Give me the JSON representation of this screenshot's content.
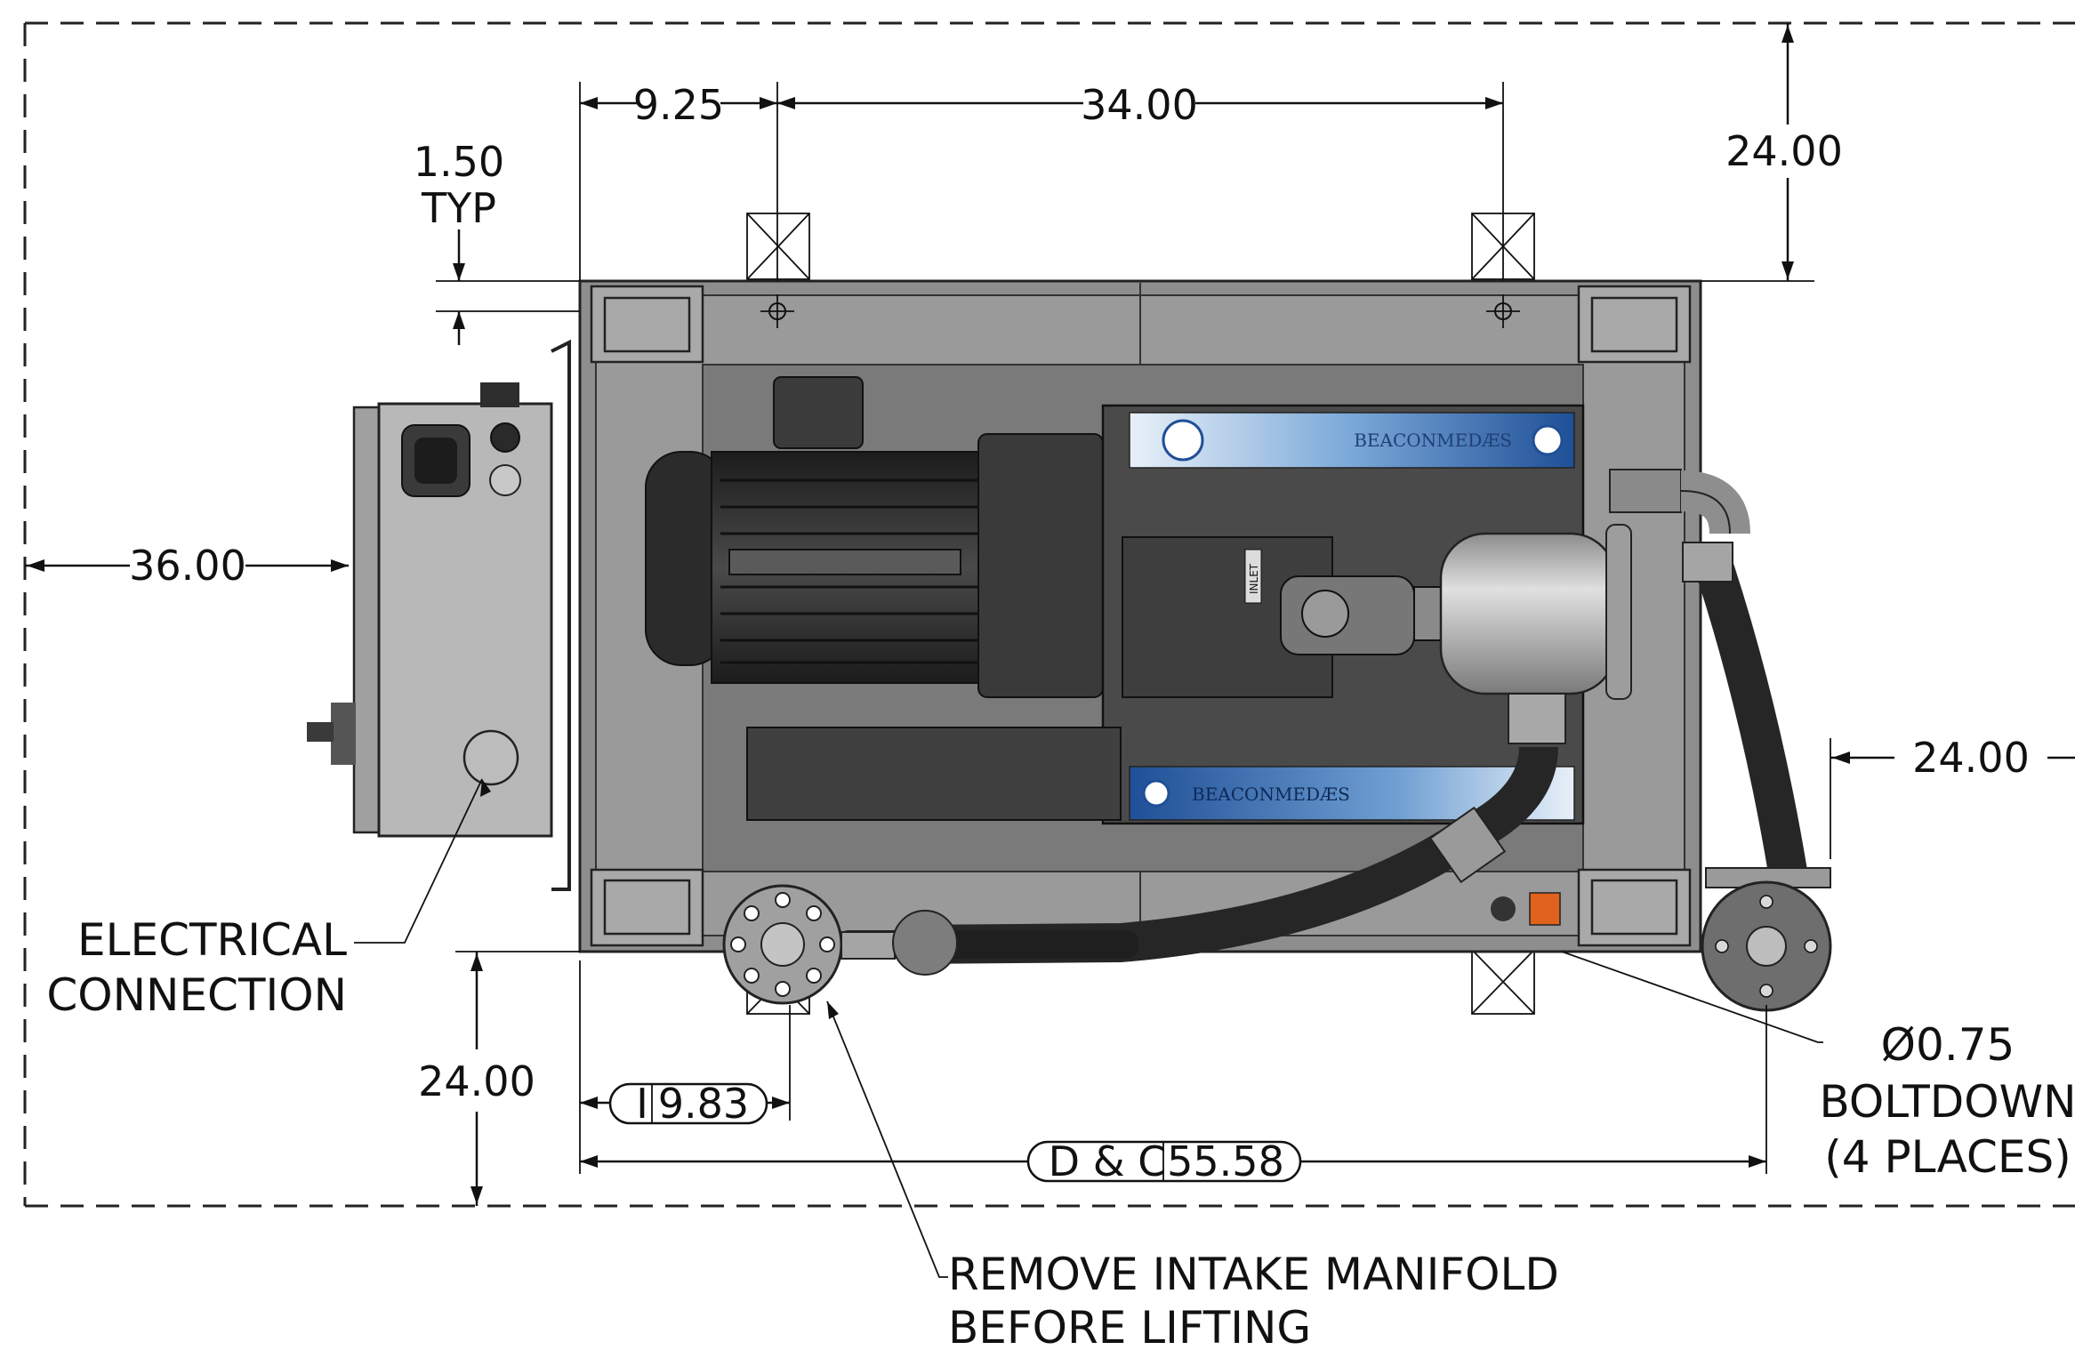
{
  "dimensions": {
    "top_left_offset": "9.25",
    "top_span": "34.00",
    "top_clearance": "24.00",
    "rail_height": "1.50",
    "rail_height_note": "TYP",
    "left_clearance": "36.00",
    "right_clearance": "24.00",
    "bottom_clearance": "24.00",
    "inlet_offset_tag": "I",
    "inlet_offset": "9.83",
    "overall_length_tag": "D & C",
    "overall_length": "55.58"
  },
  "callouts": {
    "electrical_line1": "ELECTRICAL",
    "electrical_line2": "CONNECTION",
    "boltdown_line1": "Ø0.75",
    "boltdown_line2": "BOLTDOWN",
    "boltdown_line3": "(4 PLACES)",
    "manifold_line1": "REMOVE INTAKE MANIFOLD",
    "manifold_line2": "BEFORE LIFTING"
  },
  "nameplate": {
    "brand": "BEACONMEDÆS",
    "label": "INLET"
  },
  "colors": {
    "frame": "#8e8e8e",
    "deck": "#7a7a7a",
    "pump_body": "#4a4a4a",
    "motor": "#2b2b2b",
    "cabinet": "#b8b8b8",
    "label_blue": "#2f6fb2",
    "filter": "#b5b5b5",
    "hose": "#262626"
  }
}
